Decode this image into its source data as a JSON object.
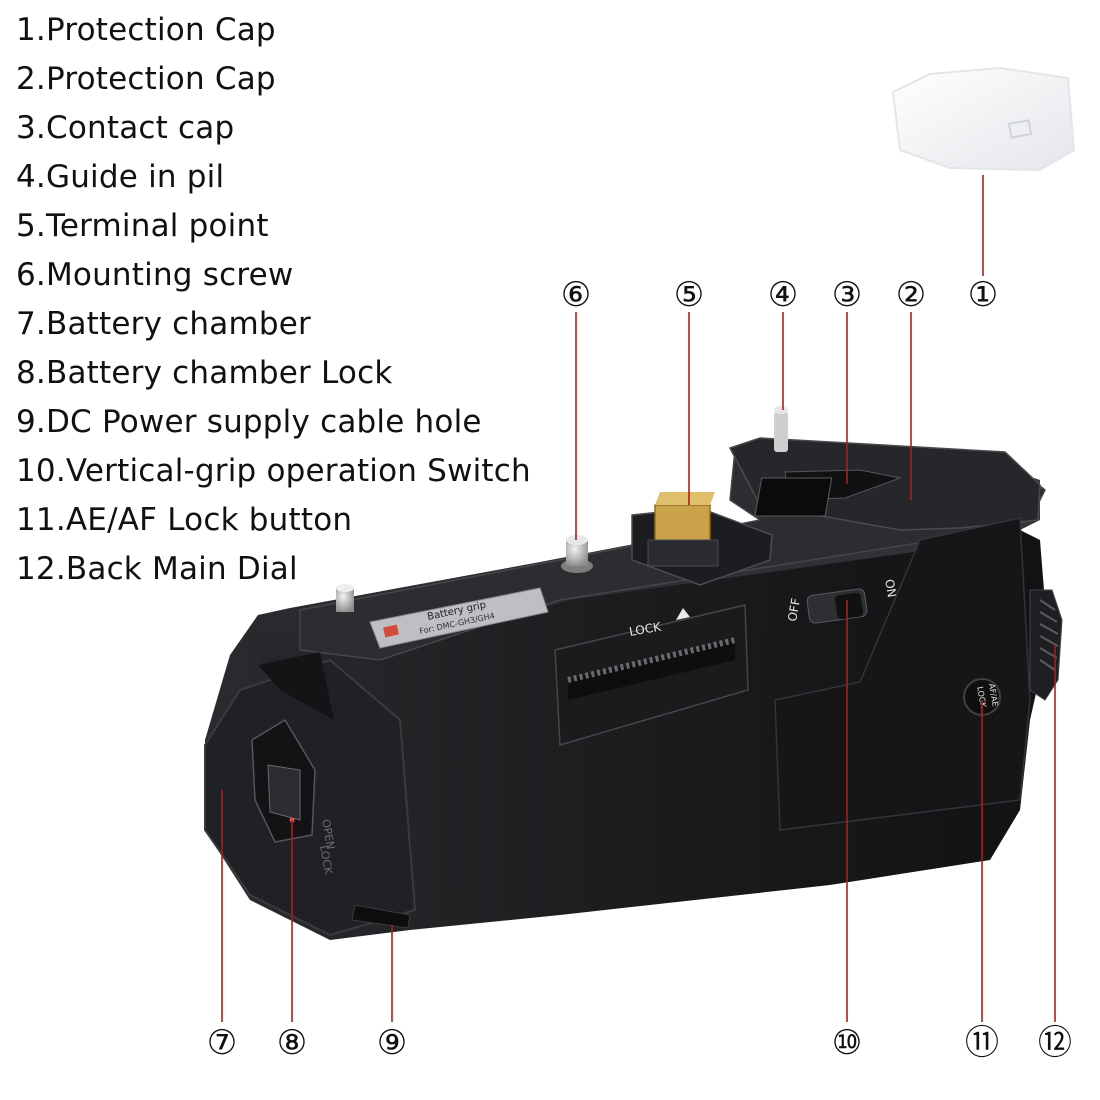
{
  "legend": [
    "1.Protection Cap",
    "2.Protection Cap",
    "3.Contact cap",
    "4.Guide in pil",
    "5.Terminal point",
    "6.Mounting screw",
    "7.Battery chamber",
    "8.Battery chamber Lock",
    "9.DC Power supply cable hole",
    "10.Vertical-grip operation Switch",
    "11.AE/AF Lock button",
    "12.Back Main Dial"
  ],
  "callouts": [
    "①",
    "②",
    "③",
    "④",
    "⑤",
    "⑥",
    "⑦",
    "⑧",
    "⑨",
    "⑩",
    "⑪",
    "⑫"
  ],
  "product": {
    "label_line1": "Battery grip",
    "label_line2": "For: DMC-GH3/GH4",
    "lock_text": "LOCK",
    "switch_off": "OFF",
    "switch_on": "ON",
    "button_text_1": "AF/AE",
    "button_text_2": "LOCK",
    "latch_open": "OPEN",
    "latch_lock": "LOCK"
  },
  "colors": {
    "leader": "#b01c1c",
    "body": "#1b1c1e",
    "body_top": "#2a2b2e",
    "pins": "#c9a24a"
  }
}
